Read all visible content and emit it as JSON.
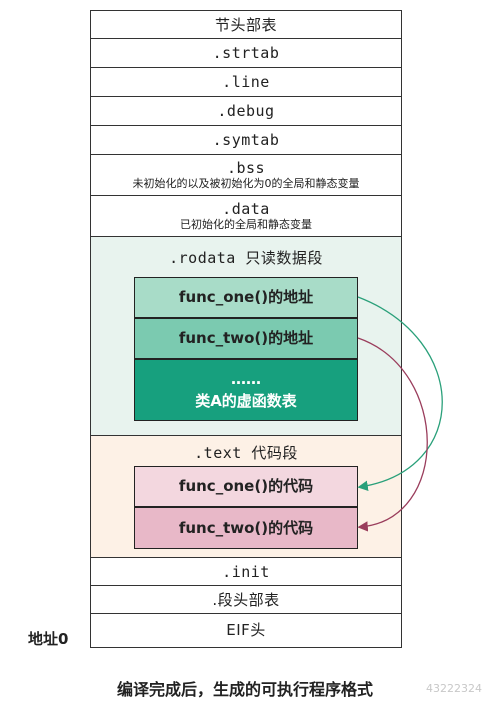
{
  "sections": [
    {
      "label": "节头部表"
    },
    {
      "label": ".strtab"
    },
    {
      "label": ".line"
    },
    {
      "label": ".debug"
    },
    {
      "label": ".symtab"
    },
    {
      "label": ".bss",
      "note": "未初始化的以及被初始化为0的全局和静态变量"
    },
    {
      "label": ".data",
      "note": "已初始化的全局和静态变量"
    },
    {
      "label": ".rodata 只读数据段",
      "boxes": [
        {
          "label": "func_one()的地址",
          "color": "#a8dcc8"
        },
        {
          "label": "func_two()的地址",
          "color": "#7bcab0"
        },
        {
          "label": "……",
          "label2": "类A的虚函数表",
          "color": "#17a07e"
        }
      ],
      "color": "#e8f3ee"
    },
    {
      "label": ".text 代码段",
      "boxes": [
        {
          "label": "func_one()的代码",
          "color": "#f3d7df"
        },
        {
          "label": "func_two()的代码",
          "color": "#e8b8c8"
        }
      ],
      "color": "#fdf1e6"
    },
    {
      "label": ".init"
    },
    {
      "label": ".段头部表"
    },
    {
      "label": "EIF头"
    }
  ],
  "address_label": "地址0",
  "caption": "编译完成后，生成的可执行程序格式",
  "watermark": "43222324",
  "arrow_colors": {
    "one": "#2aa07a",
    "two": "#9a3d5c"
  }
}
